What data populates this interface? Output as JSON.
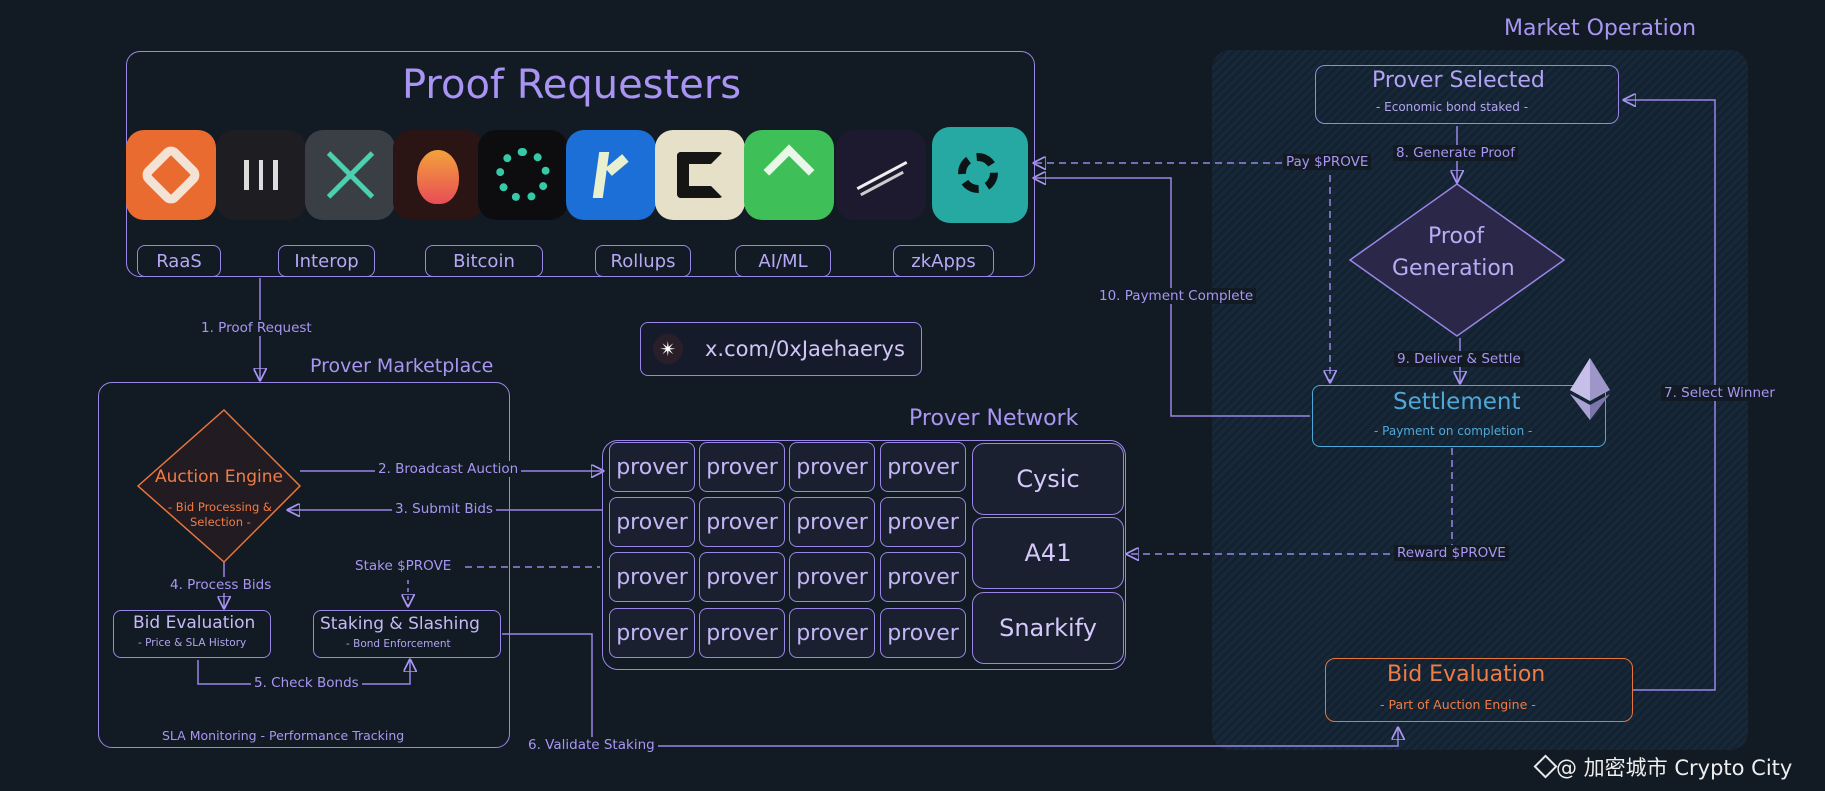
{
  "colors": {
    "background": "#121a24",
    "accent_purple": "#a996f2",
    "accent_orange": "#f07c46",
    "accent_blue": "#4fa9d8",
    "market_panel": "#16283a"
  },
  "market_operation": {
    "title": "Market Operation",
    "prover_selected": {
      "title": "Prover Selected",
      "subtitle": "- Economic bond staked -"
    },
    "proof_generation": {
      "line1": "Proof",
      "line2": "Generation"
    },
    "settlement": {
      "title": "Settlement",
      "subtitle": "- Payment on completion -",
      "icon": "ethereum-icon"
    },
    "bid_evaluation": {
      "title": "Bid Evaluation",
      "subtitle": "- Part of Auction Engine -"
    }
  },
  "proof_requesters": {
    "title": "Proof Requesters",
    "logos": [
      {
        "name": "orange-x-logo-icon",
        "color": "#ea6b30"
      },
      {
        "name": "m-logo-icon",
        "color": "#1d1d22"
      },
      {
        "name": "cross-logo-icon",
        "color": "#3a3f45"
      },
      {
        "name": "flame-logo-icon",
        "color": "#2a1414"
      },
      {
        "name": "ring-logo-icon",
        "color": "#0d0d10"
      },
      {
        "name": "k-logo-icon",
        "color": "#1c6fd6"
      },
      {
        "name": "c-logo-icon",
        "color": "#e6e0c8"
      },
      {
        "name": "arrow-logo-icon",
        "color": "#3fbf57"
      },
      {
        "name": "streak-logo-icon",
        "color": "#1d1a30"
      },
      {
        "name": "flower-logo-icon",
        "color": "#26a9a3"
      }
    ],
    "categories": [
      "RaaS",
      "Interop",
      "Bitcoin",
      "Rollups",
      "AI/ML",
      "zkApps"
    ]
  },
  "handle": {
    "icon": "sparkle-icon",
    "text": "x.com/0xJaehaerys"
  },
  "prover_marketplace": {
    "title": "Prover Marketplace",
    "auction_engine": {
      "title": "Auction Engine",
      "sub1": "- Bid Processing &",
      "sub2": "Selection -"
    },
    "bid_evaluation": {
      "title": "Bid Evaluation",
      "subtitle": "- Price & SLA History"
    },
    "staking": {
      "title": "Staking & Slashing",
      "subtitle": "- Bond Enforcement"
    },
    "footer": "SLA Monitoring - Performance Tracking"
  },
  "prover_network": {
    "title": "Prover Network",
    "cell_label": "prover",
    "rows": 4,
    "cols": 4,
    "named": [
      "Cysic",
      "A41",
      "Snarkify"
    ]
  },
  "flow_labels": {
    "proof_request": "1. Proof Request",
    "broadcast": "2. Broadcast Auction",
    "submit_bids": "3. Submit Bids",
    "process_bids": "4. Process Bids",
    "check_bonds": "5. Check Bonds",
    "validate_staking": "6. Validate Staking",
    "select_winner": "7. Select Winner",
    "generate_proof": "8. Generate Proof",
    "deliver_settle": "9. Deliver & Settle",
    "payment_complete": "10. Payment Complete",
    "pay_prove": "Pay $PROVE",
    "stake_prove": "Stake $PROVE",
    "reward_prove": "Reward $PROVE"
  },
  "watermark": {
    "icon": "binance-diamond-icon",
    "text": "@ 加密城市 Crypto City"
  }
}
